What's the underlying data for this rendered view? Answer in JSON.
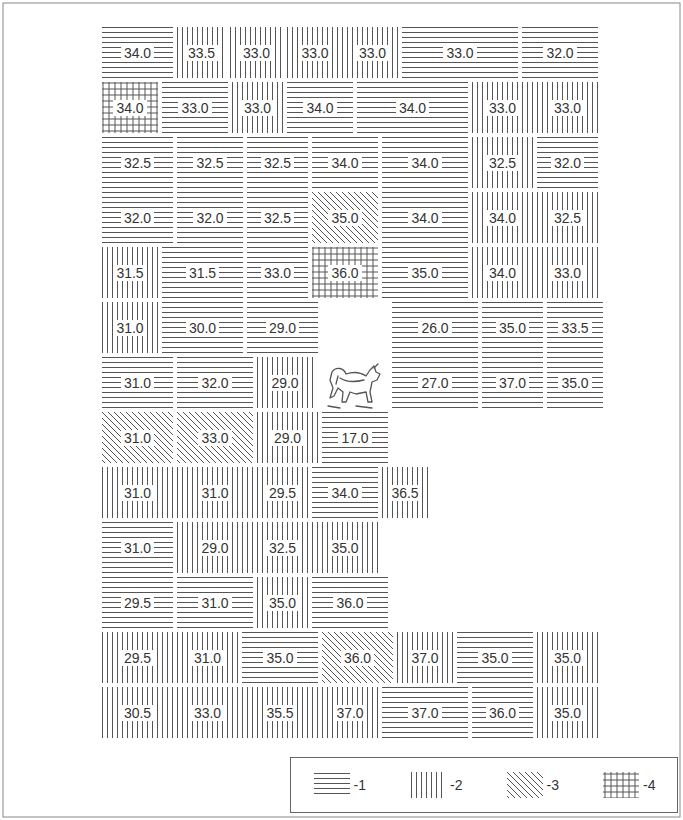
{
  "diagram": {
    "nodes": [
      {
        "text": [
          "34.0"
        ]
      },
      {
        "text": [
          "33.5"
        ]
      },
      {
        "text": [
          "33.0"
        ]
      },
      {
        "text": [
          "33.0"
        ]
      },
      {
        "text": [
          "33.0"
        ]
      },
      {
        "text": [
          "33.0"
        ]
      },
      {
        "text": [
          "32.0"
        ]
      },
      {
        "text": [
          "34.0"
        ]
      },
      {
        "text": [
          "33.0"
        ]
      },
      {
        "text": [
          "33.0"
        ]
      },
      {
        "text": [
          "34.0"
        ]
      },
      {
        "text": [
          "34.0"
        ]
      },
      {
        "text": [
          "33.0"
        ]
      },
      {
        "text": [
          "33.0"
        ]
      },
      {
        "text": [
          "32.5"
        ]
      },
      {
        "text": [
          "32.5"
        ]
      },
      {
        "text": [
          "32.5"
        ]
      },
      {
        "text": [
          "34.0"
        ]
      },
      {
        "text": [
          "34.0"
        ]
      },
      {
        "text": [
          "32.5"
        ]
      },
      {
        "text": [
          "32.0"
        ]
      },
      {
        "text": [
          "32.0"
        ]
      },
      {
        "text": [
          "32.0"
        ]
      },
      {
        "text": [
          "32.5"
        ]
      },
      {
        "text": [
          "35.0"
        ]
      },
      {
        "text": [
          "34.0"
        ]
      },
      {
        "text": [
          "34.0"
        ]
      },
      {
        "text": [
          "32.5"
        ]
      },
      {
        "text": [
          "31.5"
        ]
      },
      {
        "text": [
          "31.5"
        ]
      },
      {
        "text": [
          "33.0"
        ]
      },
      {
        "text": [
          "36.0"
        ]
      },
      {
        "text": [
          "35.0"
        ]
      },
      {
        "text": [
          "34.0"
        ]
      },
      {
        "text": [
          "33.0"
        ]
      },
      {
        "text": [
          "31.0"
        ]
      },
      {
        "text": [
          "30.0"
        ]
      },
      {
        "text": [
          "29.0"
        ]
      },
      {
        "text": [
          "26.0"
        ]
      },
      {
        "text": [
          "35.0"
        ]
      },
      {
        "text": [
          "33.5"
        ]
      },
      {
        "text": [
          "31.0"
        ]
      },
      {
        "text": [
          "32.0"
        ]
      },
      {
        "text": [
          "29.0"
        ]
      },
      {
        "text": [
          "27.0"
        ]
      },
      {
        "text": [
          "37.0"
        ]
      },
      {
        "text": [
          "35.0"
        ]
      },
      {
        "text": [
          "31.0"
        ]
      },
      {
        "text": [
          "33.0"
        ]
      },
      {
        "text": [
          "29.0"
        ]
      },
      {
        "text": [
          "17.0"
        ]
      },
      {
        "text": [
          "31.0"
        ]
      },
      {
        "text": [
          "31.0"
        ]
      },
      {
        "text": [
          "29.5"
        ]
      },
      {
        "text": [
          "34.0"
        ]
      },
      {
        "text": [
          "36.5"
        ]
      },
      {
        "text": [
          "31.0"
        ]
      },
      {
        "text": [
          "29.0"
        ]
      },
      {
        "text": [
          "32.5"
        ]
      },
      {
        "text": [
          "35.0"
        ]
      },
      {
        "text": [
          "29.5"
        ]
      },
      {
        "text": [
          "31.0"
        ]
      },
      {
        "text": [
          "35.0"
        ]
      },
      {
        "text": [
          "36.0"
        ]
      },
      {
        "text": [
          "29.5"
        ]
      },
      {
        "text": [
          "31.0"
        ]
      },
      {
        "text": [
          "35.0"
        ]
      },
      {
        "text": [
          "36.0"
        ]
      },
      {
        "text": [
          "37.0"
        ]
      },
      {
        "text": [
          "35.0"
        ]
      },
      {
        "text": [
          "35.0"
        ]
      },
      {
        "text": [
          "30.5"
        ]
      },
      {
        "text": [
          "33.0"
        ]
      },
      {
        "text": [
          "35.5"
        ]
      },
      {
        "text": [
          "37.0"
        ]
      },
      {
        "text": [
          "37.0"
        ]
      },
      {
        "text": [
          "36.0"
        ]
      },
      {
        "text": [
          "35.0"
        ]
      }
    ],
    "legend": [
      {
        "text": "-1"
      },
      {
        "text": "-2"
      },
      {
        "text": "-3"
      },
      {
        "text": "-4"
      }
    ]
  }
}
